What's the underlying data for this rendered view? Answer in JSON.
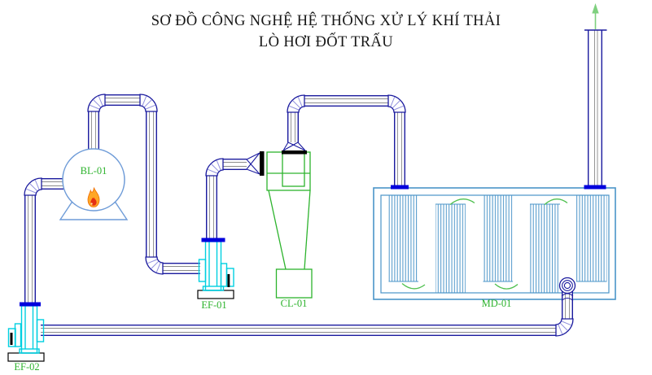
{
  "title": {
    "line1": "SƠ ĐỒ CÔNG NGHỆ HỆ THỐNG XỬ LÝ KHÍ THẢI",
    "line2": "LÒ HƠI ĐỐT TRẤU"
  },
  "equipment": {
    "boiler": {
      "label": "BL-01"
    },
    "exhaust_fan_1": {
      "label": "EF-01"
    },
    "exhaust_fan_2": {
      "label": "EF-02"
    },
    "cyclone": {
      "label": "CL-01"
    },
    "dust_module": {
      "label": "MD-01"
    }
  },
  "colors": {
    "pipe_blue": "#1a1a9e",
    "pipe_inner_gray": "#8a8a8a",
    "elbow_tick_lavender": "#9090dd",
    "flange_blue": "#0000dd",
    "equipment_cyan": "#00cfe0",
    "module_steel_blue": "#4a94c8",
    "boiler_light_blue": "#6f9cd8",
    "diagram_green": "#2db32d",
    "flow_arc_green": "#4fc04f",
    "stack_arrow_green": "#7fd07f",
    "flame_orange": "#ffa726",
    "flame_red": "#e53012",
    "title_black": "#161616"
  }
}
